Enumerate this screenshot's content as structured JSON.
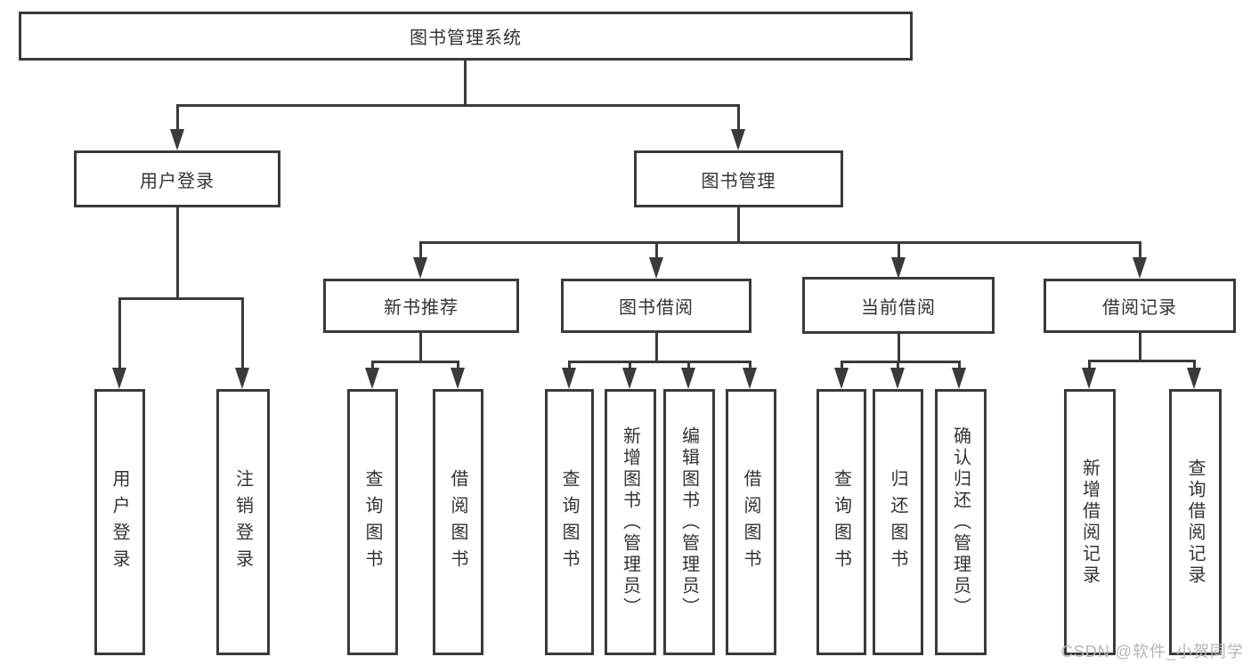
{
  "diagram": {
    "root": "图书管理系统",
    "level2": {
      "user_login": "用户登录",
      "book_mgmt": "图书管理"
    },
    "level3": {
      "new_rec": "新书推荐",
      "borrow": "图书借阅",
      "current": "当前借阅",
      "records": "借阅记录"
    },
    "leaves": {
      "user_login": "用户登录",
      "logout": "注销登录",
      "query_book_rec": "查询图书",
      "borrow_book_rec": "借阅图书",
      "query_book_borrow": "查询图书",
      "add_book_admin": "新增图书（管理员）",
      "edit_book_admin": "编辑图书（管理员）",
      "borrow_book": "借阅图书",
      "query_book_current": "查询图书",
      "return_book": "归还图书",
      "confirm_return_admin": "确认归还（管理员）",
      "add_borrow_record": "新增借阅记录",
      "query_borrow_record": "查询借阅记录"
    }
  },
  "watermark": "CSDN @软件_小贺同学",
  "colors": {
    "line": "#3a3a3a",
    "text": "#333333",
    "watermark": "#b5b5b5",
    "background": "#ffffff"
  }
}
